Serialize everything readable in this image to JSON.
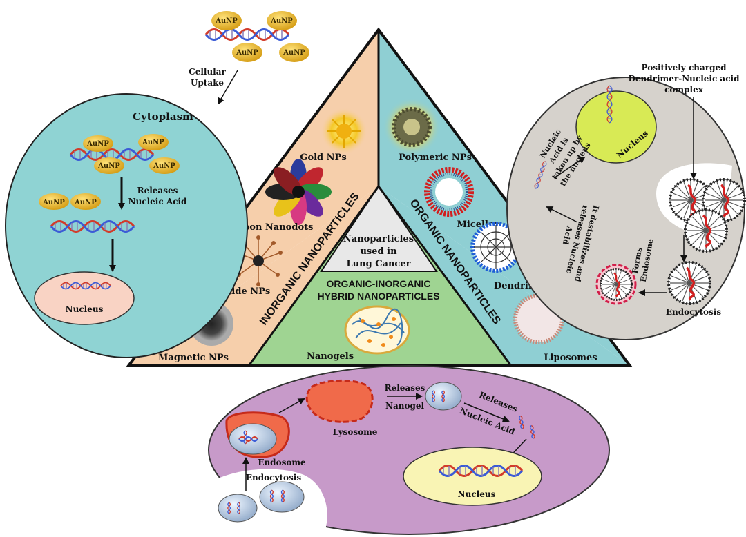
{
  "center": {
    "line1": "Nanoparticles",
    "line2": "used in",
    "line3": "Lung Cancer"
  },
  "inorganic": {
    "title": "INORGANIC NANOPARTICLES",
    "gold": "Gold NPs",
    "carbon": "Carbon Nanodots",
    "iron": "Iron Oxide NPs",
    "magnetic": "Magnetic NPs"
  },
  "organic": {
    "title": "ORGANIC NANOPARTICLES",
    "polymeric": "Polymeric NPs",
    "micelles": "Micelles",
    "dendrimers": "Dendrimers",
    "liposomes": "Liposomes"
  },
  "hybrid": {
    "title1": "ORGANIC-INORGANIC",
    "title2": "HYBRID NANOPARTICLES",
    "nanogels": "Nanogels"
  },
  "gold_pathway": {
    "aunp": "AuNP",
    "uptake1": "Cellular",
    "uptake2": "Uptake",
    "cytoplasm": "Cytoplasm",
    "releases1": "Releases",
    "releases2": "Nucleic Acid",
    "nucleus": "Nucleus"
  },
  "dendrimer_pathway": {
    "complex1": "Positively charged",
    "complex2": "Dendrimer-Nucleic acid",
    "complex3": "complex",
    "nucleus": "Nucleus",
    "taken1": "Nucleic",
    "taken2": "Acid is",
    "taken3": "taken up by",
    "taken4": "the nucleus",
    "destab1": "It destabilizes and",
    "destab2": "releases Nucleic",
    "destab3": "Acid",
    "forms1": "Forms",
    "forms2": "Endosome",
    "endocytosis": "Endocytosis"
  },
  "nanogel_pathway": {
    "lysosome": "Lysosome",
    "releases_gel1": "Releases",
    "releases_gel2": "Nanogel",
    "releases_na1": "Releases",
    "releases_na2": "Nucleic Acid",
    "endosome": "Endosome",
    "endocytosis": "Endocytosis",
    "nucleus": "Nucleus"
  },
  "colors": {
    "inorganic": "#f6cfab",
    "organic": "#8fcfd3",
    "hybrid": "#9fd492",
    "center": "#e8e8e8",
    "cell_left": "#8fd3d3",
    "cell_right": "#d6d2cc",
    "cell_bottom": "#c79ac9",
    "nucleus_pink": "#f9d3c4",
    "nucleus_green": "#d8ea55",
    "nucleus_yellow": "#f9f4b4",
    "gold": "#e6b21f"
  }
}
